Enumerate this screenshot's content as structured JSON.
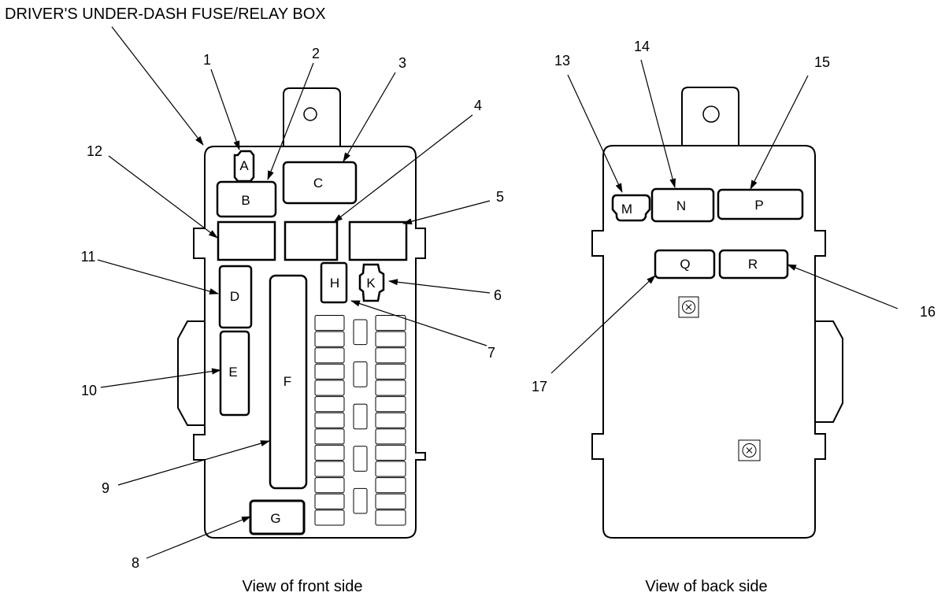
{
  "title": "DRIVER'S UNDER-DASH FUSE/RELAY BOX",
  "captions": {
    "front": "View of front side",
    "back": "View of back side"
  },
  "front_components": {
    "A": "A",
    "B": "B",
    "C": "C",
    "D": "D",
    "E": "E",
    "F": "F",
    "G": "G",
    "H": "H",
    "K": "K"
  },
  "back_components": {
    "M": "M",
    "N": "N",
    "P": "P",
    "Q": "Q",
    "R": "R"
  },
  "callouts": {
    "c1": "1",
    "c2": "2",
    "c3": "3",
    "c4": "4",
    "c5": "5",
    "c6": "6",
    "c7": "7",
    "c8": "8",
    "c9": "9",
    "c10": "10",
    "c11": "11",
    "c12": "12",
    "c13": "13",
    "c14": "14",
    "c15": "15",
    "c16": "16",
    "c17": "17"
  },
  "fuse_grid": {
    "left_column_count": 13,
    "middle_column_count": 5,
    "right_column_count": 13
  }
}
